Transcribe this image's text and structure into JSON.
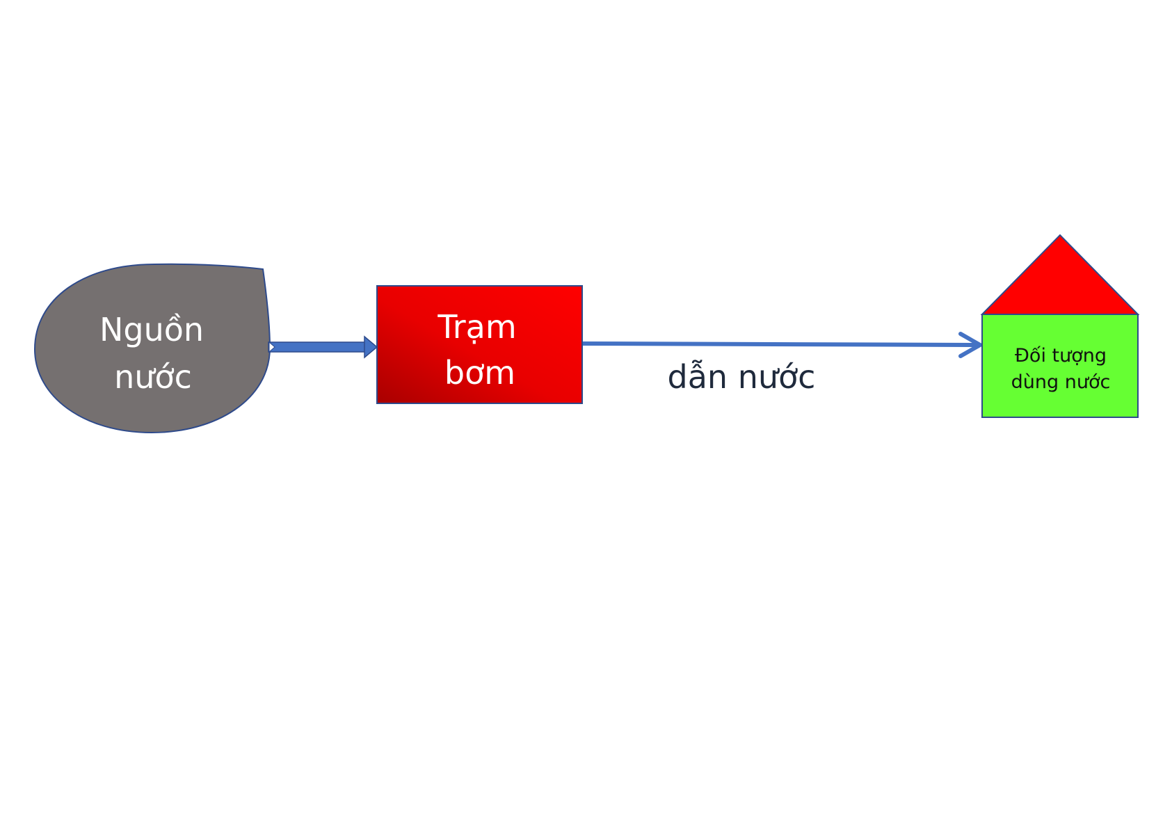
{
  "diagram": {
    "source": {
      "line1": "Nguồn",
      "line2": "nước",
      "fill": "#757070",
      "stroke": "#2e4a8b"
    },
    "pump": {
      "line1": "Trạm",
      "line2": "bơm",
      "fill_light": "#ff0000",
      "fill_dark": "#a80000",
      "stroke": "#2e4a8b"
    },
    "pipe": {
      "label": "dẫn nước",
      "color": "#4472c4"
    },
    "consumer": {
      "line1": "Đối tượng",
      "line2": "dùng nước",
      "roof_color": "#ff0000",
      "body_color": "#66ff33",
      "stroke": "#2e4a8b"
    }
  }
}
